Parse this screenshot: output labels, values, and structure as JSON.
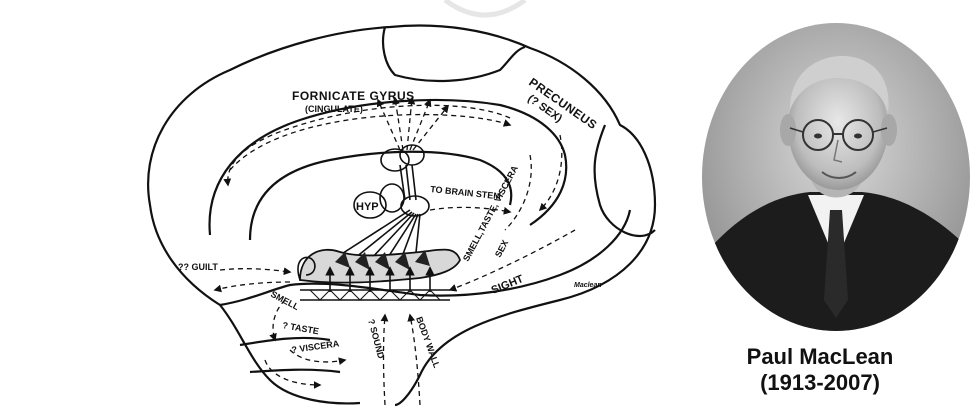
{
  "diagram": {
    "labels": {
      "fornicate_gyrus": "FORNICATE GYRUS",
      "cingulate": "(CINGULATE)",
      "precuneus": "PRECUNEUS",
      "sex_q": "(? SEX)",
      "to_brain_stem": "TO BRAIN STEM",
      "hyp": "HYP",
      "smell_taste_viscera": "SMELL,TASTE, VISCERA",
      "sex": "SEX",
      "guilt": "?? GUILT",
      "smell": "SMELL",
      "taste": "? TASTE",
      "viscera": "? VISCERA",
      "sound": "? SOUND",
      "body_wall": "BODY WALL",
      "sight": "SIGHT",
      "signature": "Maclean"
    }
  },
  "portrait": {
    "name": "Paul MacLean",
    "years": "(1913-2007)"
  }
}
